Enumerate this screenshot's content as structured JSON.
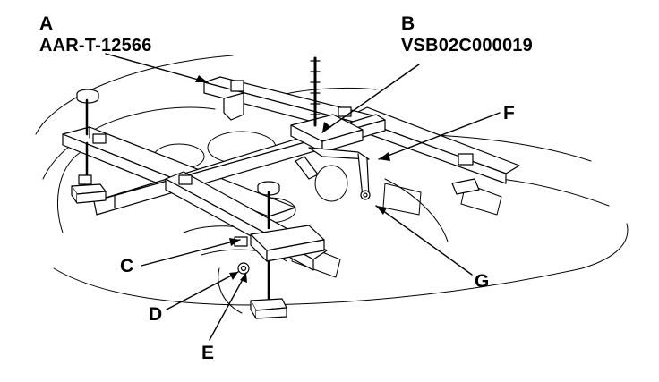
{
  "callouts": {
    "a": {
      "letter": "A",
      "code": "AAR-T-12566"
    },
    "b": {
      "letter": "B",
      "code": "VSB02C000019"
    },
    "c": {
      "letter": "C"
    },
    "d": {
      "letter": "D"
    },
    "e": {
      "letter": "E"
    },
    "f": {
      "letter": "F"
    },
    "g": {
      "letter": "G"
    }
  },
  "colors": {
    "ink": "#000000",
    "paper": "#ffffff",
    "shade": "#8a8a8a"
  }
}
